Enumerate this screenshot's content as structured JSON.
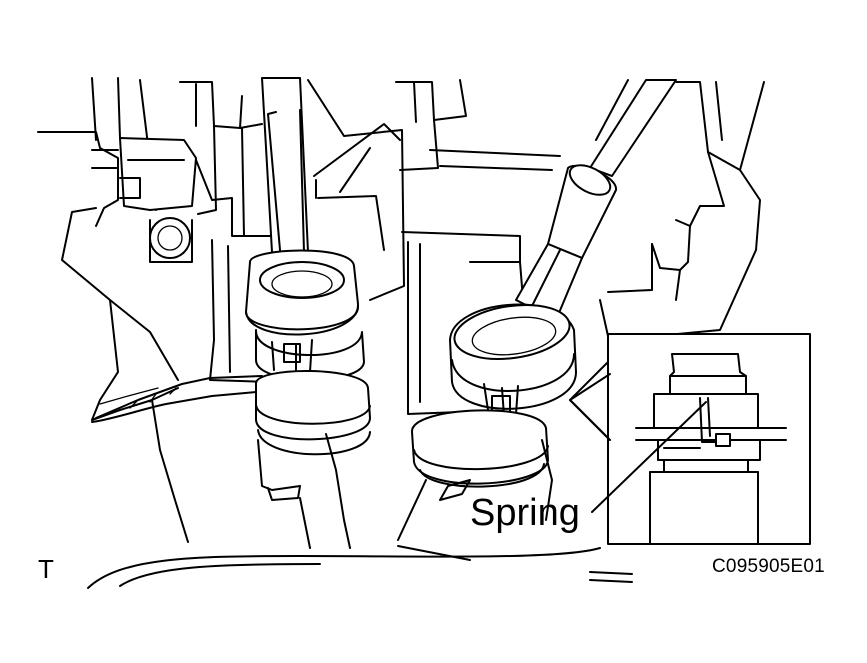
{
  "labels": {
    "spring": "Spring",
    "orientation_mark": "T",
    "figure_code": "C095905E01"
  },
  "colors": {
    "line": "#000000",
    "background": "#ffffff"
  }
}
